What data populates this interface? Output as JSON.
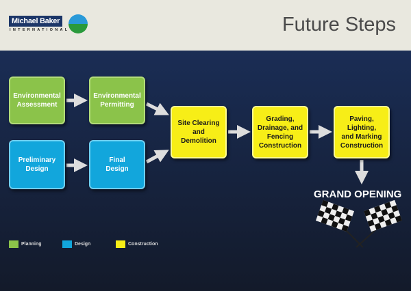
{
  "header": {
    "title": "Future Steps",
    "logo_name": "Michael Baker",
    "logo_sub": "INTERNATIONAL"
  },
  "boxes": {
    "env_assessment": "Environmental\nAssessment",
    "env_permitting": "Environmental\nPermitting",
    "preliminary": "Preliminary\nDesign",
    "final": "Final\nDesign",
    "site": "Site Clearing\nand\nDemolition",
    "grading": "Grading,\nDrainage, and\nFencing\nConstruction",
    "paving": "Paving,\nLighting,\nand Marking\nConstruction"
  },
  "grand_opening": "GRAND OPENING",
  "legend": [
    {
      "label": "Planning",
      "color": "#8bc34a"
    },
    {
      "label": "Design",
      "color": "#12a6dc"
    },
    {
      "label": "Construction",
      "color": "#f7ee17"
    }
  ]
}
